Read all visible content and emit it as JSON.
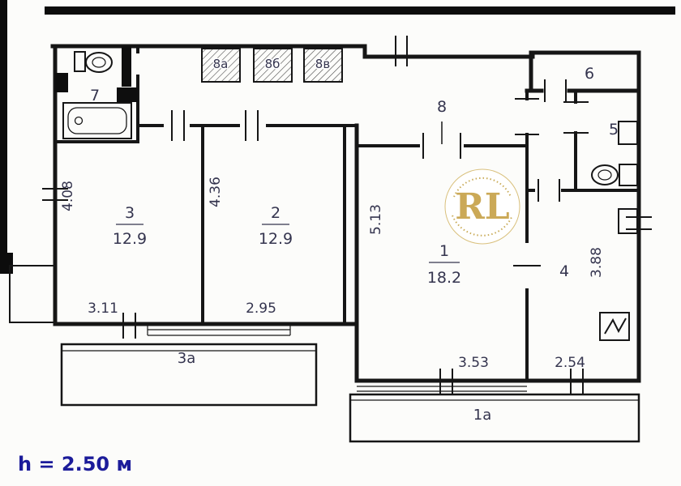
{
  "plan": {
    "note": "h = 2.50 м",
    "watermark": "RL",
    "rooms": {
      "r1": {
        "number": "1",
        "area": "18.2",
        "width": "3.53",
        "height": "5.13"
      },
      "r2": {
        "number": "2",
        "area": "12.9",
        "width": "2.95",
        "height": "4.36"
      },
      "r3": {
        "number": "3",
        "area": "12.9",
        "width": "3.11",
        "height": "4.08"
      },
      "r4": {
        "number": "4",
        "width": "2.54",
        "height": "3.88"
      },
      "r5": {
        "number": "5"
      },
      "r6": {
        "number": "6"
      },
      "r7": {
        "number": "7"
      },
      "r8": {
        "number": "8"
      },
      "closets": {
        "a": "8а",
        "b": "8б",
        "c": "8в"
      },
      "balconies": {
        "b3a": "3а",
        "b1a": "1а"
      }
    },
    "colors": {
      "wall": "#161616",
      "label": "#34344e",
      "note_blue": "#1c1c9a",
      "watermark_gold": "#c29b3a"
    }
  }
}
